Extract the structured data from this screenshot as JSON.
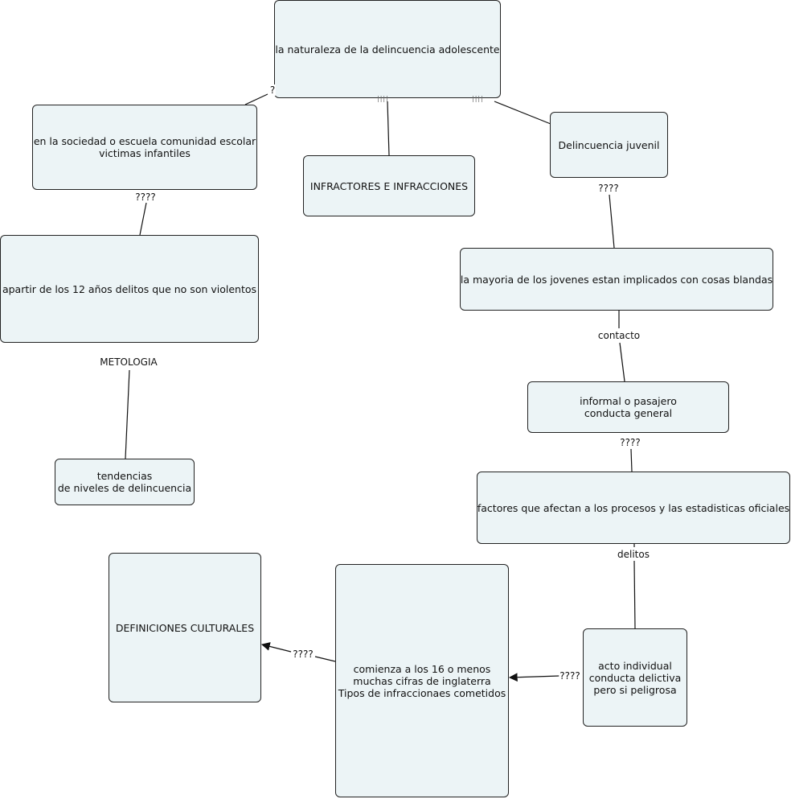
{
  "nodes": {
    "root": [
      "la naturaleza de la delincuencia adolescente"
    ],
    "sociedad": [
      "en la sociedad o escuela comunidad escolar",
      "victimas infantiles"
    ],
    "infractores": [
      "INFRACTORES E INFRACCIONES"
    ],
    "juvenil": [
      "Delincuencia juvenil"
    ],
    "apartir": [
      "apartir de los 12 años delitos que no son violentos"
    ],
    "mayoria": [
      "la mayoria de los jovenes estan implicados con cosas blandas"
    ],
    "tendencias": [
      "tendencias",
      "de niveles de delincuencia"
    ],
    "informal": [
      "informal o pasajero",
      "conducta general"
    ],
    "factores": [
      "factores que afectan a los procesos y las estadisticas oficiales"
    ],
    "culturales": [
      "DEFINICIONES CULTURALES"
    ],
    "comienza": [
      "comienza a los 16 o menos",
      "muchas cifras de inglaterra",
      "Tipos de infraccionaes cometidos"
    ],
    "acto": [
      "acto individual",
      "conducta delictiva",
      "pero si peligrosa"
    ]
  },
  "links": {
    "root_sociedad": "?",
    "sociedad_apartir": "????",
    "apartir_tendencias": "METOLOGIA",
    "juvenil_mayoria": "????",
    "mayoria_informal": "contacto",
    "informal_factores": "????",
    "factores_acto": "delitos",
    "acto_comienza": "????",
    "comienza_culturales": "????"
  },
  "ticks": {
    "left": "||||",
    "right": "||||"
  }
}
